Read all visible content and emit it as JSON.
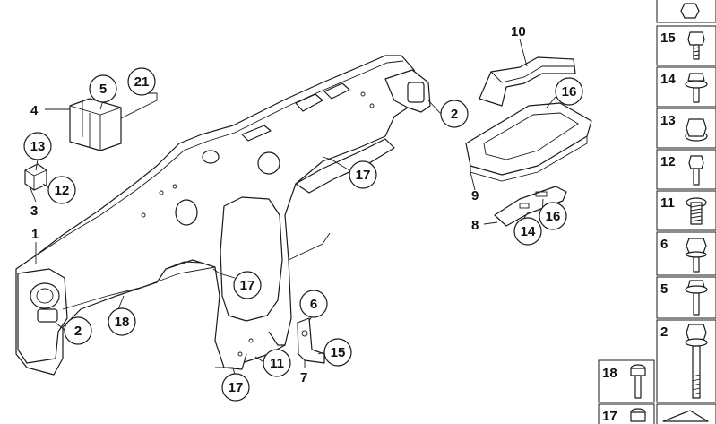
{
  "diagram": {
    "callouts": [
      {
        "id": "c10",
        "label": "10"
      },
      {
        "id": "c16a",
        "label": "16"
      },
      {
        "id": "c5",
        "label": "5"
      },
      {
        "id": "c21",
        "label": "21"
      },
      {
        "id": "c4",
        "label": "4"
      },
      {
        "id": "c2a",
        "label": "2"
      },
      {
        "id": "c13",
        "label": "13"
      },
      {
        "id": "c12",
        "label": "12"
      },
      {
        "id": "c3",
        "label": "3"
      },
      {
        "id": "c17a",
        "label": "17"
      },
      {
        "id": "c9",
        "label": "9"
      },
      {
        "id": "c16b",
        "label": "16"
      },
      {
        "id": "c8",
        "label": "8"
      },
      {
        "id": "c14",
        "label": "14"
      },
      {
        "id": "c1",
        "label": "1"
      },
      {
        "id": "c17b",
        "label": "17"
      },
      {
        "id": "c6",
        "label": "6"
      },
      {
        "id": "c2b",
        "label": "2"
      },
      {
        "id": "c18",
        "label": "18"
      },
      {
        "id": "c15",
        "label": "15"
      },
      {
        "id": "c7",
        "label": "7"
      },
      {
        "id": "c11",
        "label": "11"
      },
      {
        "id": "c17c",
        "label": "17"
      }
    ],
    "legend": [
      {
        "label": "15",
        "icon": "screw-icon"
      },
      {
        "label": "14",
        "icon": "flange-bolt-icon"
      },
      {
        "label": "13",
        "icon": "nut-icon"
      },
      {
        "label": "12",
        "icon": "screw-icon"
      },
      {
        "label": "11",
        "icon": "thread-bolt-icon"
      },
      {
        "label": "6",
        "icon": "hex-bolt-icon"
      },
      {
        "label": "5",
        "icon": "washer-bolt-icon"
      },
      {
        "label": "2",
        "icon": "long-bolt-icon"
      },
      {
        "label": "18",
        "icon": "socket-screw-icon"
      },
      {
        "label": "17",
        "icon": "bolt-icon"
      }
    ]
  }
}
